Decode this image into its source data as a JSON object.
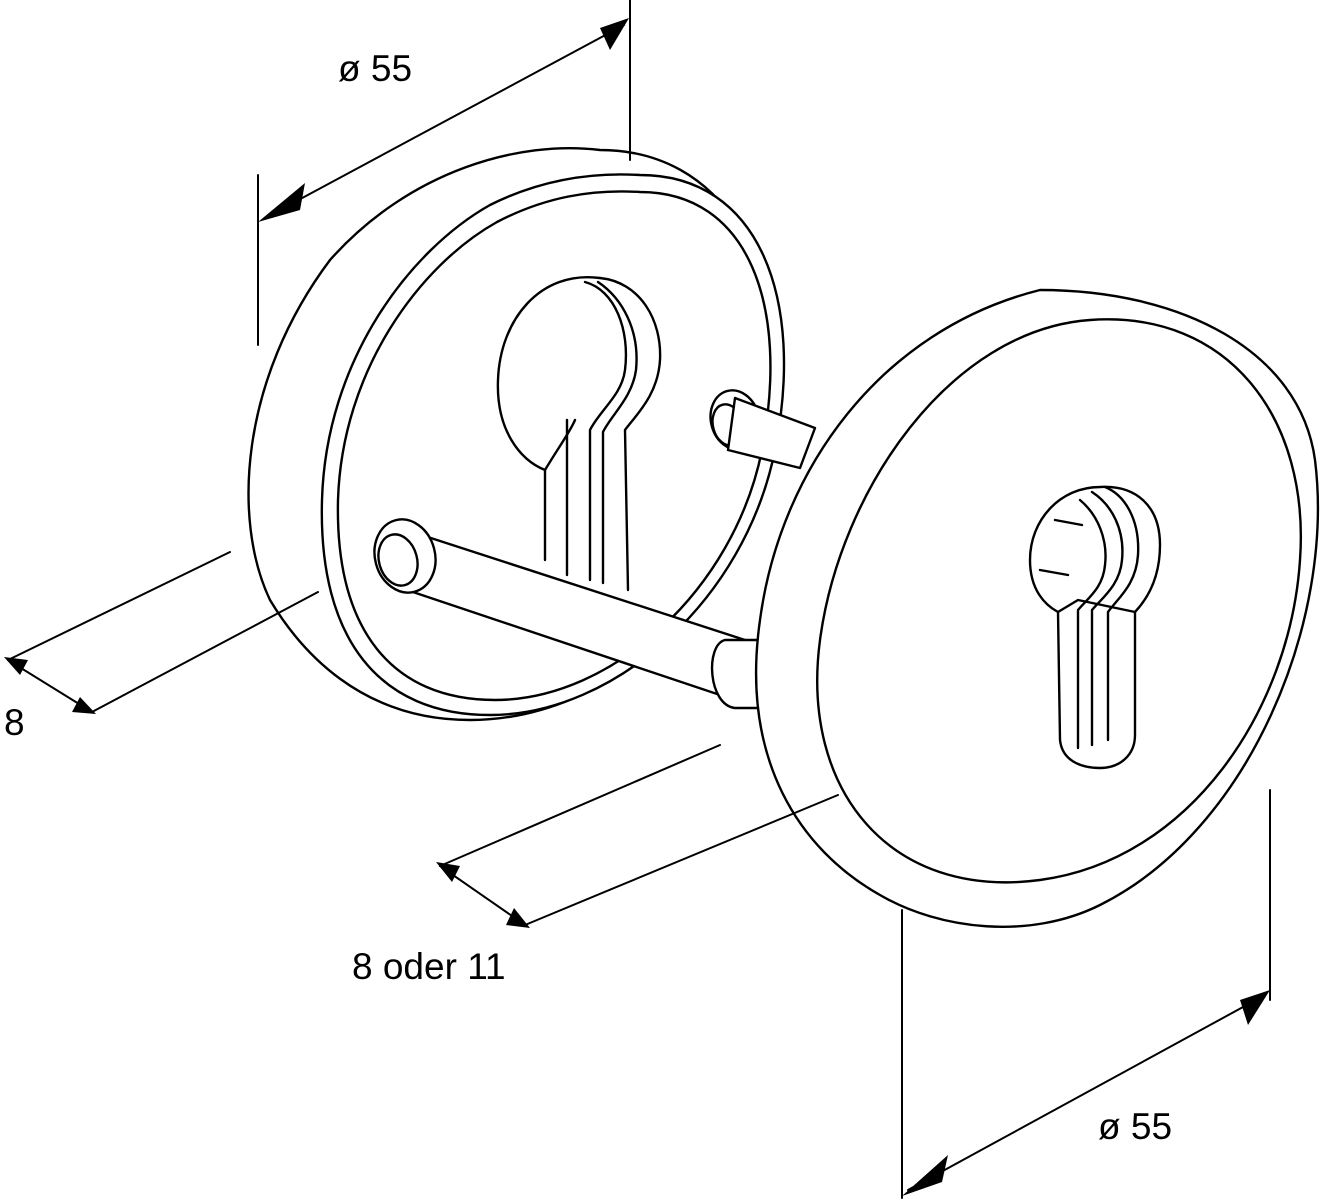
{
  "dimensions": {
    "rear_rosette_diameter": "ø 55",
    "rear_rosette_thickness": "8",
    "front_rosette_thickness": "8 oder 11",
    "front_rosette_diameter": "ø 55"
  }
}
